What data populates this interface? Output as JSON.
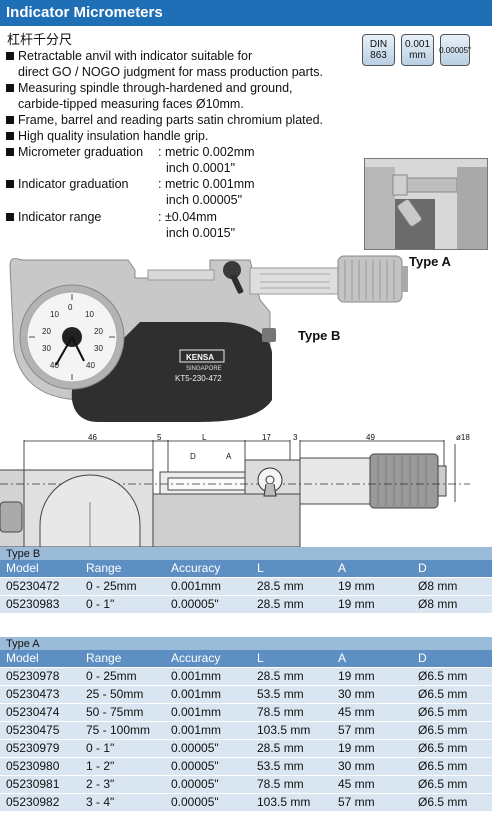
{
  "header": {
    "title": "Indicator Micrometers",
    "subtitle": "杠杆千分尺"
  },
  "badges": [
    {
      "line1": "DIN",
      "line2": "863"
    },
    {
      "line1": "0.001",
      "line2": "mm"
    },
    {
      "line1": "0.00005\"",
      "line2": ""
    }
  ],
  "features": [
    "Retractable anvil with indicator suitable for",
    "direct GO / NOGO judgment for mass production parts.",
    "Measuring spindle through-hardened and ground,",
    "carbide-tipped measuring faces Ø10mm.",
    "Frame, barrel and reading parts satin chromium plated.",
    "High quality insulation handle grip."
  ],
  "specs": [
    {
      "label": "Micrometer graduation",
      "value": ": metric 0.002mm",
      "value2": "inch 0.0001\""
    },
    {
      "label": "Indicator graduation",
      "value": ": metric 0.001mm",
      "value2": "inch 0.00005\""
    },
    {
      "label": "Indicator range",
      "value": ": ±0.04mm",
      "value2": "inch 0.0015\""
    }
  ],
  "photo": {
    "type_a_label": "Type A",
    "type_b_label": "Type B",
    "brand": "KENSA",
    "brand_sub": "SINGAPORE",
    "model_code": "KT5-230-472",
    "dial_numbers": [
      "0",
      "10",
      "20",
      "30",
      "40",
      "10",
      "20",
      "30",
      "40"
    ]
  },
  "drawing": {
    "dims": [
      "46",
      "5",
      "L",
      "17",
      "3",
      "49",
      "ø18"
    ],
    "labels": [
      "D",
      "A"
    ]
  },
  "table_b": {
    "group": "Type B",
    "headers": [
      "Model",
      "Range",
      "Accuracy",
      "L",
      "A",
      "D"
    ],
    "rows": [
      [
        "05230472",
        "0 - 25mm",
        "0.001mm",
        "28.5 mm",
        "19 mm",
        "Ø8 mm"
      ],
      [
        "05230983",
        "0 - 1\"",
        "0.00005\"",
        "28.5 mm",
        "19 mm",
        "Ø8 mm"
      ]
    ]
  },
  "table_a": {
    "group": "Type A",
    "headers": [
      "Model",
      "Range",
      "Accuracy",
      "L",
      "A",
      "D"
    ],
    "rows": [
      [
        "05230978",
        "0 - 25mm",
        "0.001mm",
        "28.5 mm",
        "19 mm",
        "Ø6.5 mm"
      ],
      [
        "05230473",
        "25 - 50mm",
        "0.001mm",
        "53.5 mm",
        "30 mm",
        "Ø6.5 mm"
      ],
      [
        "05230474",
        "50 - 75mm",
        "0.001mm",
        "78.5 mm",
        "45 mm",
        "Ø6.5 mm"
      ],
      [
        "05230475",
        "75 - 100mm",
        "0.001mm",
        "103.5 mm",
        "57 mm",
        "Ø6.5 mm"
      ],
      [
        "05230979",
        "0 - 1\"",
        "0.00005\"",
        "28.5 mm",
        "19 mm",
        "Ø6.5 mm"
      ],
      [
        "05230980",
        "1 - 2\"",
        "0.00005\"",
        "53.5 mm",
        "30 mm",
        "Ø6.5 mm"
      ],
      [
        "05230981",
        "2 - 3\"",
        "0.00005\"",
        "78.5 mm",
        "45 mm",
        "Ø6.5 mm"
      ],
      [
        "05230982",
        "3 - 4\"",
        "0.00005\"",
        "103.5 mm",
        "57 mm",
        "Ø6.5 mm"
      ]
    ]
  }
}
